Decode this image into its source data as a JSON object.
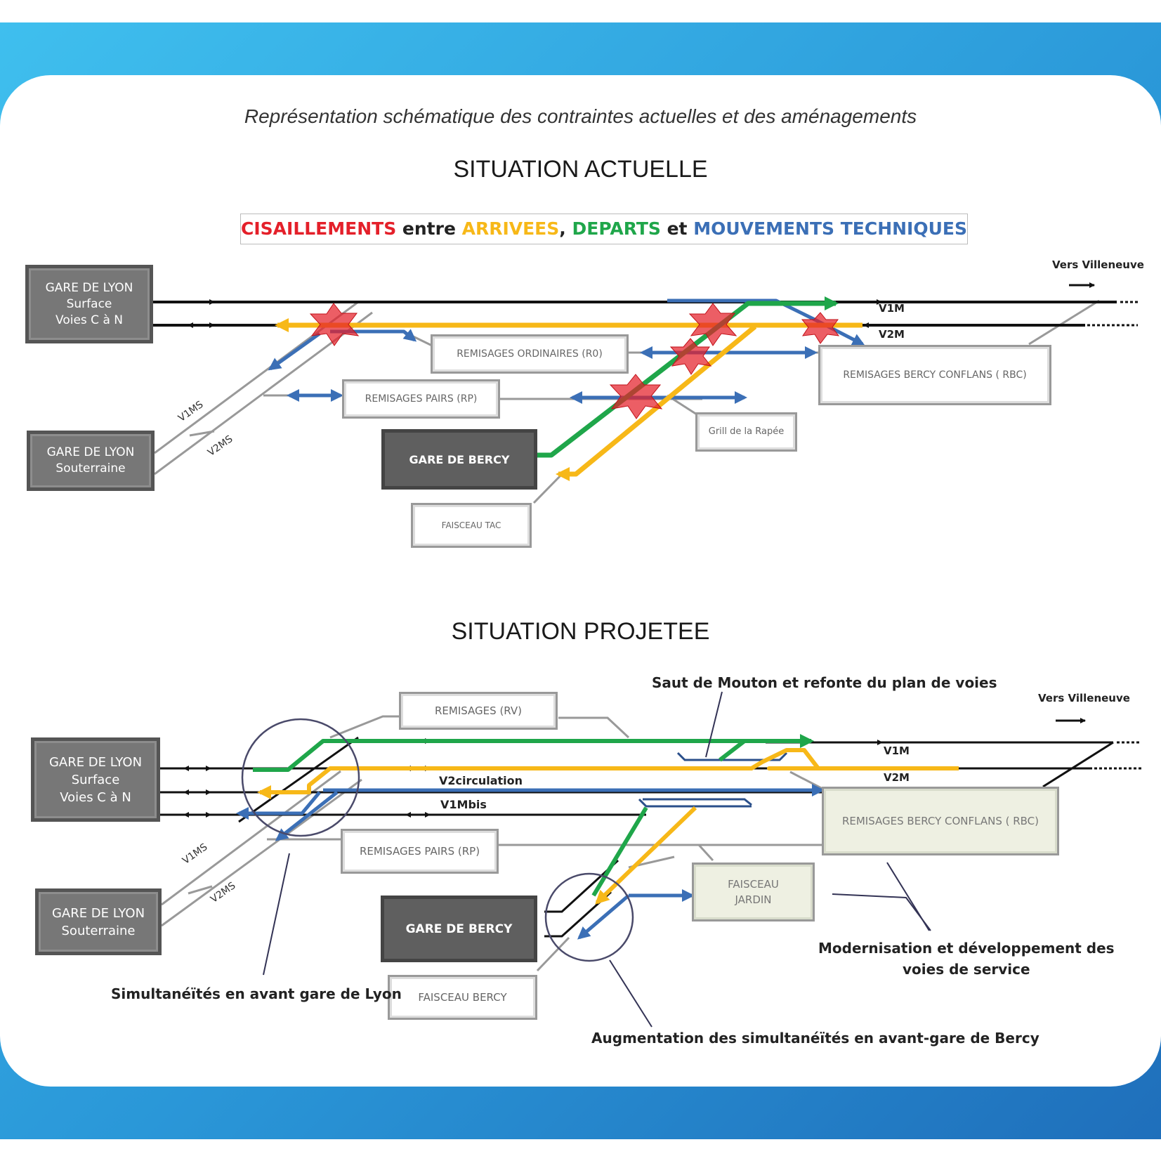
{
  "subtitle": "Représentation schématique des contraintes actuelles et des aménagements",
  "colors": {
    "cisaillements": "#e4202a",
    "arrivees": "#f7b818",
    "departs": "#1fa64a",
    "mouvements": "#3b6fb6",
    "track": "#111111",
    "connector": "#999999"
  },
  "actuelle": {
    "title": "SITUATION ACTUELLE",
    "legend": {
      "cisaillements": "CISAILLEMENTS",
      "entre": " entre ",
      "arrivees": "ARRIVEES",
      "comma": ",",
      "departs": " DEPARTS",
      "et": " et ",
      "mouvements": "MOUVEMENTS TECHNIQUES"
    },
    "vers_villeneuve": "Vers Villeneuve",
    "gare_lyon_surface": [
      "GARE DE LYON",
      "Surface",
      "Voies C à N"
    ],
    "gare_lyon_souterraine": [
      "GARE DE LYON",
      "Souterraine"
    ],
    "gare_bercy": "GARE DE BERCY",
    "remisages_ordinaires": "REMISAGES ORDINAIRES (R0)",
    "remisages_pairs": "REMISAGES PAIRS (RP)",
    "remisages_bercy_conflans": "REMISAGES BERCY CONFLANS ( RBC)",
    "grill_rapee": "Grill de la Rapée",
    "faisceau_tac": "FAISCEAU TAC",
    "v1m": "V1M",
    "v2m": "V2M",
    "v1ms": "V1MS",
    "v2ms": "V2MS"
  },
  "projetee": {
    "title": "SITUATION PROJETEE",
    "vers_villeneuve": "Vers Villeneuve",
    "gare_lyon_surface": [
      "GARE DE LYON",
      "Surface",
      "Voies C à N"
    ],
    "gare_lyon_souterraine": [
      "GARE DE LYON",
      "Souterraine"
    ],
    "gare_bercy": "GARE DE BERCY",
    "remisages_rv": "REMISAGES (RV)",
    "remisages_pairs": "REMISAGES PAIRS (RP)",
    "remisages_bercy_conflans": "REMISAGES BERCY CONFLANS ( RBC)",
    "faisceau_jardin": [
      "FAISCEAU",
      "JARDIN"
    ],
    "faisceau_bercy": "FAISCEAU BERCY",
    "v1m": "V1M",
    "v2m": "V2M",
    "v2circulation": "V2circulation",
    "v1mbis": "V1Mbis",
    "v1ms": "V1MS",
    "v2ms": "V2MS",
    "annot_saut": "Saut de Mouton et refonte du plan de voies",
    "annot_simult_lyon": "Simultanéïtés en avant gare de Lyon",
    "annot_modernisation": [
      "Modernisation et développement des",
      "voies de service"
    ],
    "annot_augmentation": "Augmentation des simultanéïtés en avant-gare de Bercy"
  }
}
